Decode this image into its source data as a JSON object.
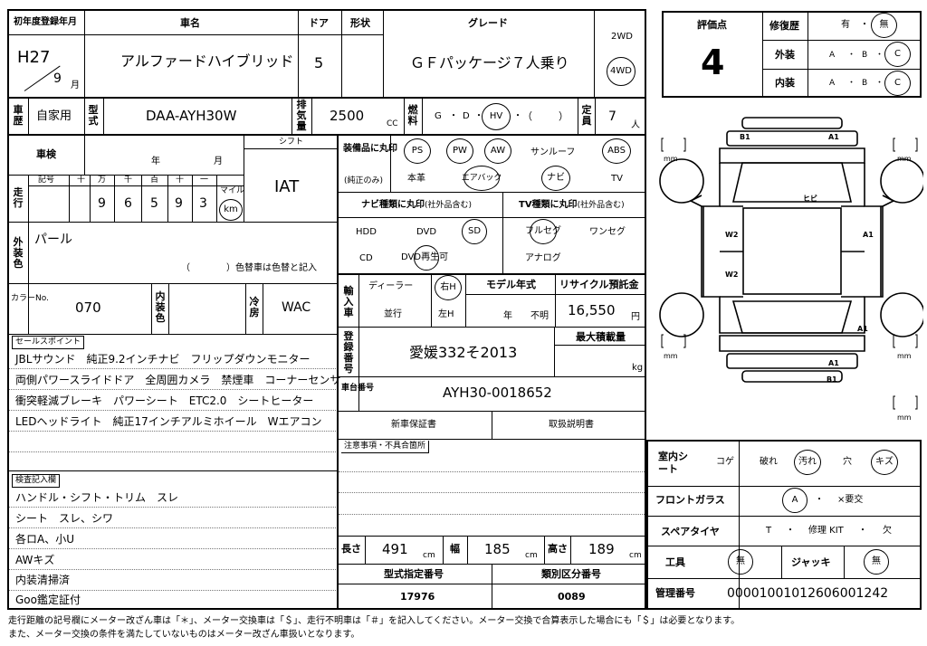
{
  "header": {
    "first_reg_label": "初年度登録年月",
    "first_reg_era_year": "H27",
    "first_reg_month": "9",
    "first_reg_month_unit": "月",
    "car_name_label": "車名",
    "car_name": "アルファードハイブリッド",
    "doors_label": "ドア",
    "doors": "5",
    "shape_label": "形状",
    "shape": "",
    "grade_label": "グレード",
    "grade": "ＧＦパッケージ７人乗り",
    "drive_2wd": "2WD",
    "drive_4wd": "4WD"
  },
  "evaluation": {
    "score_label": "評価点",
    "score": "4",
    "repair_label": "修復歴",
    "repair_yes": "有",
    "repair_no": "無",
    "exterior_label": "外装",
    "interior_label": "内装",
    "grade_a": "A",
    "grade_b": "B",
    "grade_c": "C",
    "dot": "・"
  },
  "reg_row": {
    "history_label": "車歴",
    "history": "自家用",
    "model_label": "型式",
    "model": "DAA-AYH30W",
    "displacement_label": "排気量",
    "displacement": "2500",
    "displacement_unit": "CC",
    "fuel_label": "燃料",
    "fuel_g": "G",
    "fuel_d": "D",
    "fuel_hv": "HV",
    "fuel_other_open": "（",
    "fuel_other_close": "）",
    "capacity_label": "定員",
    "capacity": "7",
    "capacity_unit": "人"
  },
  "inspection": {
    "shaken_label": "車検",
    "year_unit": "年",
    "month_unit": "月",
    "shift_label": "シフト",
    "shift": "IAT",
    "mileage_label": "走行",
    "symbol_label": "記号",
    "digit_headers": [
      "十",
      "万",
      "千",
      "百",
      "十",
      "一"
    ],
    "digits": [
      "",
      "9",
      "6",
      "5",
      "9",
      "3"
    ],
    "mile_label": "マイル",
    "km_label": "km"
  },
  "color": {
    "exterior_label": "外装色",
    "exterior": "パール",
    "repaint_note": "（　　　　）色替車は色替と記入",
    "color_no_label": "カラーNo.",
    "color_no": "070",
    "interior_color_label": "内装色",
    "ac_label": "冷房",
    "ac": "WAC"
  },
  "equipment": {
    "label": "装備品に丸印",
    "label_sub": "(純正のみ)",
    "row1": [
      "PS",
      "PW",
      "AW",
      "サンルーフ",
      "ABS"
    ],
    "row2": [
      "本革",
      "エアバック",
      "ナビ",
      "TV"
    ]
  },
  "navi": {
    "label": "ナビ種類に丸印",
    "label_sub": "(社外品含む)",
    "items": [
      "HDD",
      "DVD",
      "SD",
      "CD",
      "DVD再生可"
    ]
  },
  "tv": {
    "label": "TV種類に丸印",
    "label_sub": "(社外品含む)",
    "items": [
      "フルセグ",
      "ワンセグ",
      "アナログ"
    ]
  },
  "import_row": {
    "label": "輸入車",
    "dealer": "ディーラー",
    "parallel": "並行",
    "right_h": "右H",
    "left_h": "左H",
    "model_year_label": "モデル年式",
    "model_year_unit": "年",
    "model_year_unknown": "不明",
    "recycle_label": "リサイクル預託金",
    "recycle": "16,550",
    "recycle_unit": "円"
  },
  "registration": {
    "number_label": "登録番号",
    "number": "愛媛332そ2013",
    "max_load_label": "最大積載量",
    "max_load_unit": "kg",
    "chassis_label": "車台番号",
    "chassis": "AYH30-0018652",
    "warranty": "新車保証書",
    "manual": "取扱説明書"
  },
  "sales_points": {
    "label": "セールスポイント",
    "lines": [
      "JBLサウンド　純正9.2インチナビ　フリップダウンモニター",
      "両側パワースライドドア　全周囲カメラ　禁煙車　コーナーセンサ",
      "衝突軽減ブレーキ　パワーシート　ETC2.0　シートヒーター",
      "LEDヘッドライト　純正17インチアルミホイール　Wエアコン"
    ]
  },
  "inspector_notes": {
    "label": "検査記入欄",
    "lines": [
      "ハンドル・シフト・トリム　スレ",
      "シート　スレ、シワ",
      "各ロA、小U",
      "AWキズ",
      "内装清掃済",
      "Goo鑑定証付"
    ]
  },
  "caution": {
    "label": "注意事項・不具合箇所"
  },
  "dimensions": {
    "length_label": "長さ",
    "length": "491",
    "width_label": "幅",
    "width": "185",
    "height_label": "高さ",
    "height": "189",
    "unit": "cm",
    "type_designation_label": "型式指定番号",
    "type_designation": "17976",
    "category_label": "類別区分番号",
    "category": "0089"
  },
  "diagram": {
    "mm": "mm",
    "marks": [
      "B1",
      "A1",
      "ヒビ",
      "W2",
      "A1",
      "W2",
      "A1",
      "A1",
      "B1"
    ]
  },
  "condition": {
    "seat_label": "室内シート",
    "seat_items": [
      "コゲ",
      "破れ",
      "汚れ",
      "穴",
      "キズ"
    ],
    "glass_label": "フロントガラス",
    "glass_a": "A",
    "glass_dot": "・",
    "glass_replace": "×要交",
    "spare_label": "スペアタイヤ",
    "spare_t": "T",
    "spare_kit": "修理 KIT",
    "spare_none": "欠",
    "tools_label": "工具",
    "tools": "無",
    "jack_label": "ジャッキ",
    "jack": "無",
    "mgmt_label": "管理番号",
    "mgmt": "00001001012606001242"
  },
  "footnotes": [
    "走行距離の記号欄にメーター改ざん車は「＊」、メーター交換車は「＄」、走行不明車は「＃」を記入してください。メーター交換で合算表示した場合にも「＄」は必要となります。",
    "また、メーター交換の条件を満たしていないものはメーター改ざん車扱いとなります。"
  ]
}
